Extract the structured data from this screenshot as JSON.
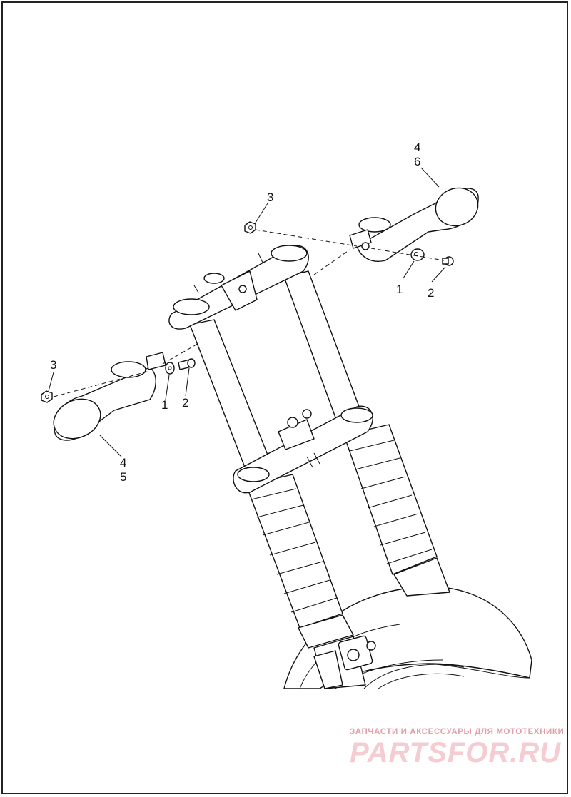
{
  "callouts": {
    "top_nut": "3",
    "right_washer": "1",
    "right_screw": "2",
    "right_signal_a": "4",
    "right_signal_b": "6",
    "left_nut": "3",
    "left_washer": "1",
    "left_screw": "2",
    "left_signal_a": "4",
    "left_signal_b": "5"
  },
  "watermark": {
    "tagline": "ЗАПЧАСТИ И АКСЕССУАРЫ ДЛЯ МОТОТЕХНИКИ",
    "brand": "PARTSFOR.RU",
    "color": "#e8a7b0"
  },
  "colors": {
    "line": "#111111",
    "background": "#ffffff"
  }
}
